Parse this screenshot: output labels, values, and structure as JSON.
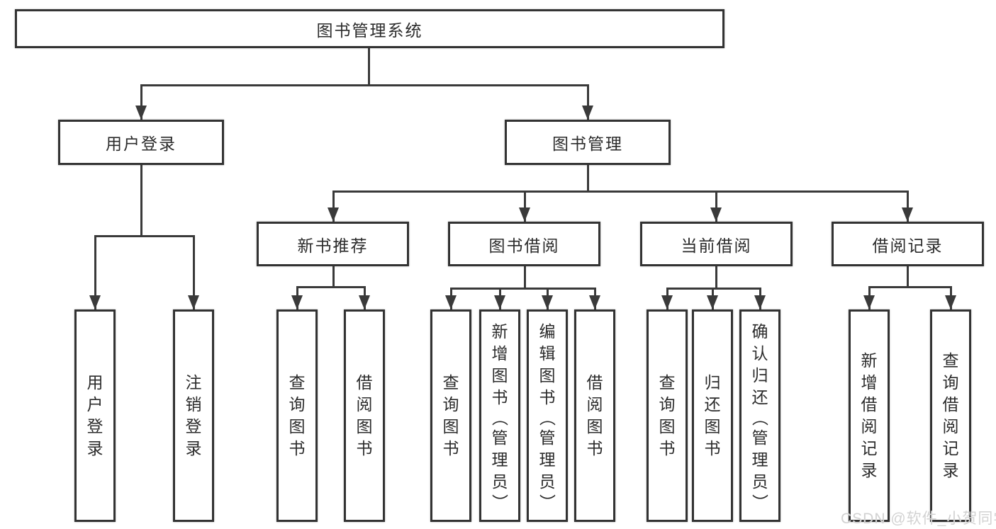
{
  "diagram": {
    "tree": {
      "id": "system",
      "label": "图书管理系统",
      "children": [
        {
          "id": "user-login",
          "label": "用户登录",
          "children": [
            {
              "id": "user-login-leaf",
              "label": "用户登录"
            },
            {
              "id": "logout-leaf",
              "label": "注销登录"
            }
          ]
        },
        {
          "id": "book-management",
          "label": "图书管理",
          "children": [
            {
              "id": "new-book-recommend",
              "label": "新书推荐",
              "children": [
                {
                  "id": "query-books-recommend",
                  "label": "查询图书"
                },
                {
                  "id": "borrow-book-recommend",
                  "label": "借阅图书"
                }
              ]
            },
            {
              "id": "book-borrowing",
              "label": "图书借阅",
              "children": [
                {
                  "id": "query-books-borrowing",
                  "label": "查询图书"
                },
                {
                  "id": "add-book-admin",
                  "label": "新增图书（管理员）"
                },
                {
                  "id": "edit-book-admin",
                  "label": "编辑图书（管理员）"
                },
                {
                  "id": "borrow-book-borrowing",
                  "label": "借阅图书"
                }
              ]
            },
            {
              "id": "current-borrowing",
              "label": "当前借阅",
              "children": [
                {
                  "id": "query-books-current",
                  "label": "查询图书"
                },
                {
                  "id": "return-book",
                  "label": "归还图书"
                },
                {
                  "id": "confirm-return-admin",
                  "label": "确认归还（管理员）"
                }
              ]
            },
            {
              "id": "borrow-records",
              "label": "借阅记录",
              "children": [
                {
                  "id": "add-borrow-record",
                  "label": "新增借阅记录"
                },
                {
                  "id": "query-borrow-record",
                  "label": "查询借阅记录"
                }
              ]
            }
          ]
        }
      ]
    }
  },
  "watermark": "CSDN @软件_小贺同学",
  "colors": {
    "line": "#3a3a3a",
    "box_border": "#333333",
    "text": "#2b2b2b",
    "background": "#ffffff",
    "watermark": "#d2d2d2"
  }
}
